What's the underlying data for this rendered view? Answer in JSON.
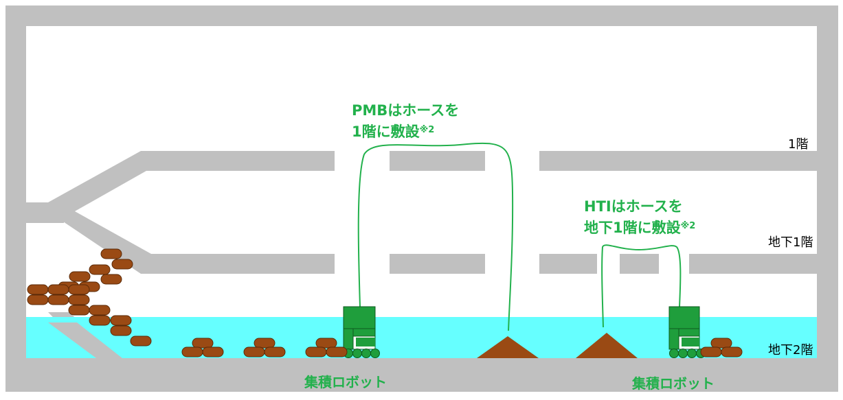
{
  "colors": {
    "wall": "#c0c0c0",
    "water": "#66ffff",
    "debris": "#9a4a14",
    "debris_outline": "#5a2a08",
    "robot": "#1f9e3c",
    "robot_outline": "#0d5a1e",
    "hose": "#22b14c",
    "label_green": "#22b14c"
  },
  "annotations": {
    "pmb_line1": "PMBはホースを",
    "pmb_line2": "1階に敷設",
    "pmb_note": "※2",
    "hti_line1": "HTIはホースを",
    "hti_line2": "地下1階に敷設",
    "hti_note": "※2"
  },
  "floors": {
    "f1": "1階",
    "b1": "地下1階",
    "b2": "地下2階"
  },
  "robots": {
    "left_label": "集積ロボット",
    "right_label": "集積ロボット"
  },
  "icons": [
    "collection-robot-icon",
    "sediment-pile-icon",
    "sandbag-icon",
    "hose-line"
  ]
}
